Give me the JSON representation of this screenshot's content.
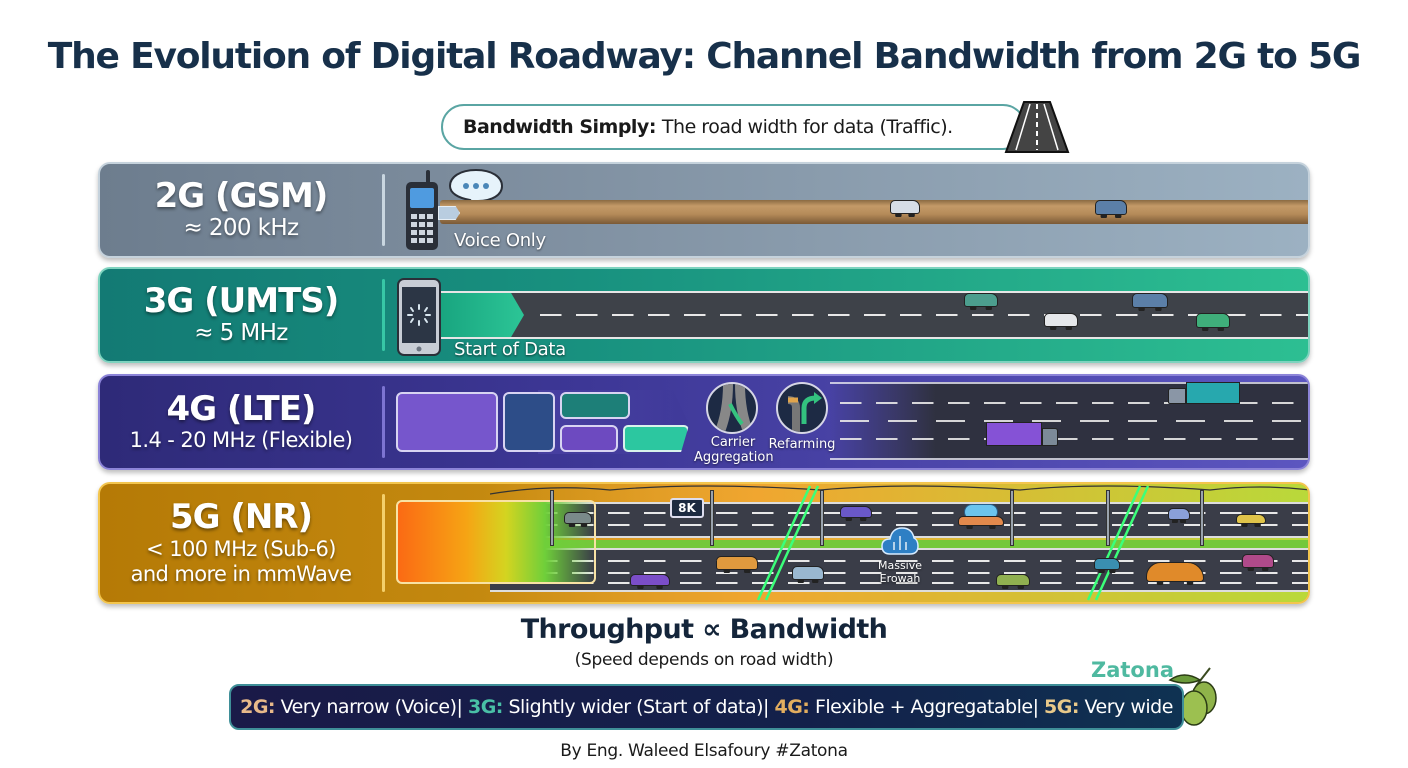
{
  "header": {
    "title": "The Evolution of Digital Roadway: Channel Bandwidth from 2G to 5G",
    "definition_label": "Bandwidth Simply:",
    "definition_text": "The road width for data (Traffic).",
    "icon": "road-icon"
  },
  "bands": [
    {
      "id": "2g",
      "generation": "2G (GSM)",
      "bandwidth": "≈ 200 kHz",
      "caption": "Voice Only",
      "device_icon": "feature-phone-icon",
      "extra_icon": "speech-bubble-icon",
      "road": "narrow dirt road",
      "color": "#7c8c9d"
    },
    {
      "id": "3g",
      "generation": "3G (UMTS)",
      "bandwidth": "≈ 5 MHz",
      "caption": "Start of Data",
      "device_icon": "smartphone-loading-icon",
      "road": "two-lane road",
      "color": "#18917f"
    },
    {
      "id": "4g",
      "generation": "4G (LTE)",
      "bandwidth": "1.4 - 20 MHz (Flexible)",
      "road": "multi-lane highway",
      "color": "#3d3796",
      "features": [
        {
          "label_line1": "Carrier",
          "label_line2": "Aggregation",
          "icon": "merging-lanes-icon"
        },
        {
          "label_line1": "Refarming",
          "label_line2": "",
          "icon": "lane-redirect-icon"
        }
      ]
    },
    {
      "id": "5g",
      "generation": "5G (NR)",
      "bandwidth_line1": "< 100 MHz (Sub-6)",
      "bandwidth_line2": "and more in mmWave",
      "road": "double multi-lane superhighway",
      "color": "#c88d12",
      "badge": "8K",
      "feature_line1": "Massive",
      "feature_line2": "Erowah",
      "feature_icon": "cloud-network-icon"
    }
  ],
  "formula": {
    "title": "Throughput ∝ Bandwidth",
    "subtitle": "(Speed depends on road width)"
  },
  "summary": {
    "items": [
      {
        "key": "2G:",
        "text": " Very narrow (Voice) ",
        "color": "#e8b98a"
      },
      {
        "key": "3G:",
        "text": " Slightly wider (Start of data) ",
        "color": "#49c0a6"
      },
      {
        "key": "4G:",
        "text": " Flexible + Aggregatable ",
        "color": "#e2ad5f"
      },
      {
        "key": "5G:",
        "text": " Very wide",
        "color": "#e8c98a"
      }
    ],
    "separator": "|"
  },
  "brand": {
    "name": "Zatona",
    "logo": "olive-icon"
  },
  "credit": "By Eng. Waleed Elsafoury #Zatona"
}
